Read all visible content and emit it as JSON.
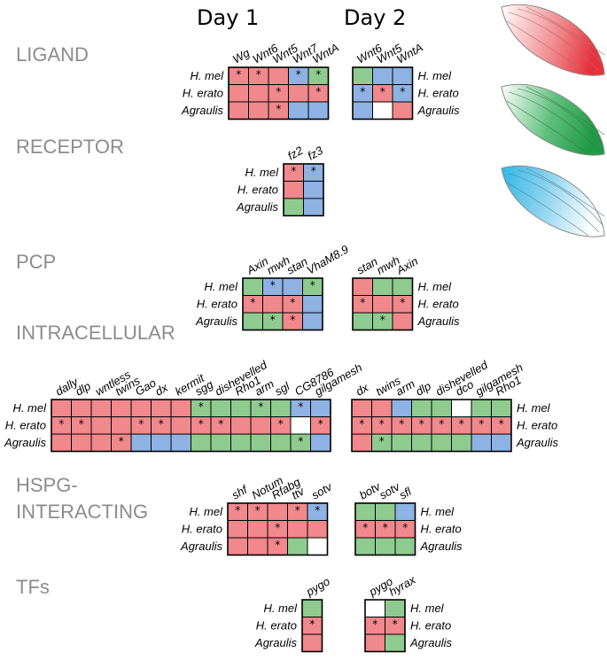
{
  "day_labels": [
    "Day 1",
    "Day 2"
  ],
  "colors": {
    "R": "#f0888c",
    "G": "#8fcb8f",
    "B": "#8eb2e3",
    "W": "#ffffff",
    "accent_red": "#e8303a",
    "accent_green": "#1f9a45",
    "accent_blue": "#2fb6e6"
  },
  "legend_wings": [
    {
      "name": "red-wing",
      "color": "#e8303a"
    },
    {
      "name": "green-wing",
      "color": "#1f9a45"
    },
    {
      "name": "blue-wing",
      "color": "#2fb6e6"
    }
  ],
  "sections": [
    {
      "id": "ligand",
      "title": "LIGAND",
      "day1": {
        "genes": [
          "Wg",
          "Wnt6",
          "Wnt5",
          "Wnt7",
          "WntA"
        ],
        "rows": [
          {
            "species": "H. mel",
            "cells": [
              "R",
              "R",
              "R",
              "B",
              "G"
            ],
            "stars": [
              1,
              1,
              0,
              1,
              1
            ]
          },
          {
            "species": "H. erato",
            "cells": [
              "R",
              "R",
              "R",
              "R",
              "R"
            ],
            "stars": [
              0,
              0,
              1,
              0,
              1
            ]
          },
          {
            "species": "Agraulis",
            "cells": [
              "R",
              "R",
              "R",
              "B",
              "B"
            ],
            "stars": [
              0,
              0,
              1,
              0,
              0
            ]
          }
        ]
      },
      "day2": {
        "genes": [
          "Wnt6",
          "Wnt5",
          "WntA"
        ],
        "rows": [
          {
            "species": "H. mel",
            "cells": [
              "G",
              "B",
              "B"
            ],
            "stars": [
              0,
              0,
              0
            ]
          },
          {
            "species": "H. erato",
            "cells": [
              "B",
              "R",
              "B"
            ],
            "stars": [
              1,
              1,
              1
            ]
          },
          {
            "species": "Agraulis",
            "cells": [
              "B",
              "W",
              "R"
            ],
            "stars": [
              0,
              0,
              0
            ]
          }
        ]
      }
    },
    {
      "id": "receptor",
      "title": "RECEPTOR",
      "day1": {
        "genes": [
          "fz2",
          "fz3"
        ],
        "rows": [
          {
            "species": "H. mel",
            "cells": [
              "R",
              "B"
            ],
            "stars": [
              1,
              1
            ]
          },
          {
            "species": "H. erato",
            "cells": [
              "R",
              "B"
            ],
            "stars": [
              0,
              0
            ]
          },
          {
            "species": "Agraulis",
            "cells": [
              "G",
              "B"
            ],
            "stars": [
              0,
              0
            ]
          }
        ]
      }
    },
    {
      "id": "pcp",
      "title": "PCP",
      "day1": {
        "genes": [
          "Axin",
          "mwh",
          "stan",
          "VhaM8.9"
        ],
        "rows": [
          {
            "species": "H. mel",
            "cells": [
              "G",
              "B",
              "B",
              "G"
            ],
            "stars": [
              0,
              1,
              0,
              1
            ]
          },
          {
            "species": "H. erato",
            "cells": [
              "R",
              "R",
              "R",
              "B"
            ],
            "stars": [
              1,
              0,
              1,
              0
            ]
          },
          {
            "species": "Agraulis",
            "cells": [
              "G",
              "G",
              "R",
              "B"
            ],
            "stars": [
              0,
              1,
              1,
              0
            ]
          }
        ]
      },
      "day2": {
        "genes": [
          "stan",
          "mwh",
          "Axin"
        ],
        "rows": [
          {
            "species": "H. mel",
            "cells": [
              "R",
              "G",
              "G"
            ],
            "stars": [
              0,
              0,
              0
            ]
          },
          {
            "species": "H. erato",
            "cells": [
              "R",
              "R",
              "R"
            ],
            "stars": [
              1,
              0,
              1
            ]
          },
          {
            "species": "Agraulis",
            "cells": [
              "G",
              "G",
              "R"
            ],
            "stars": [
              0,
              1,
              0
            ]
          }
        ]
      }
    },
    {
      "id": "intracellular",
      "title": "INTRACELLULAR",
      "day1": {
        "genes": [
          "dally",
          "dlp",
          "wntless",
          "twins",
          "Gao",
          "dx",
          "kermit",
          "sgg",
          "dishevelled",
          "Rho1",
          "arm",
          "sgl",
          "CG8786",
          "gilgamesh"
        ],
        "rows": [
          {
            "species": "H. mel",
            "cells": [
              "R",
              "R",
              "R",
              "R",
              "R",
              "R",
              "R",
              "G",
              "G",
              "G",
              "G",
              "G",
              "B",
              "B"
            ],
            "stars": [
              0,
              0,
              0,
              0,
              0,
              0,
              0,
              1,
              0,
              0,
              1,
              0,
              1,
              0
            ]
          },
          {
            "species": "H. erato",
            "cells": [
              "R",
              "R",
              "R",
              "R",
              "R",
              "R",
              "R",
              "R",
              "R",
              "R",
              "R",
              "R",
              "W",
              "R"
            ],
            "stars": [
              1,
              1,
              0,
              0,
              1,
              1,
              0,
              1,
              1,
              0,
              0,
              1,
              0,
              1
            ]
          },
          {
            "species": "Agraulis",
            "cells": [
              "R",
              "R",
              "R",
              "R",
              "B",
              "B",
              "B",
              "G",
              "G",
              "G",
              "G",
              "G",
              "G",
              "B"
            ],
            "stars": [
              0,
              0,
              0,
              1,
              0,
              0,
              0,
              0,
              0,
              0,
              0,
              0,
              1,
              0
            ]
          }
        ]
      },
      "day2": {
        "genes": [
          "dx",
          "twins",
          "arm",
          "dlp",
          "dishevelled",
          "dco",
          "gilgamesh",
          "Rho1"
        ],
        "rows": [
          {
            "species": "H. mel",
            "cells": [
              "R",
              "R",
              "B",
              "G",
              "G",
              "W",
              "G",
              "G"
            ],
            "stars": [
              0,
              0,
              0,
              0,
              0,
              0,
              0,
              0
            ]
          },
          {
            "species": "H. erato",
            "cells": [
              "R",
              "R",
              "R",
              "R",
              "R",
              "R",
              "R",
              "R"
            ],
            "stars": [
              1,
              1,
              1,
              1,
              1,
              1,
              1,
              1
            ]
          },
          {
            "species": "Agraulis",
            "cells": [
              "R",
              "G",
              "G",
              "G",
              "G",
              "G",
              "B",
              "B"
            ],
            "stars": [
              0,
              1,
              0,
              0,
              0,
              0,
              0,
              0
            ]
          }
        ]
      }
    },
    {
      "id": "hspg",
      "title": "HSPG-",
      "title_line2": "INTERACTING",
      "day1": {
        "genes": [
          "shf",
          "Notum",
          "Rfabg",
          "ttv",
          "sotv"
        ],
        "rows": [
          {
            "species": "H. mel",
            "cells": [
              "R",
              "R",
              "R",
              "R",
              "B"
            ],
            "stars": [
              1,
              1,
              0,
              1,
              1
            ]
          },
          {
            "species": "H. erato",
            "cells": [
              "R",
              "R",
              "R",
              "R",
              "R"
            ],
            "stars": [
              0,
              0,
              1,
              0,
              0
            ]
          },
          {
            "species": "Agraulis",
            "cells": [
              "R",
              "R",
              "R",
              "G",
              "W"
            ],
            "stars": [
              0,
              0,
              1,
              0,
              0
            ]
          }
        ]
      },
      "day2": {
        "genes": [
          "botv",
          "sotv",
          "sfl"
        ],
        "rows": [
          {
            "species": "H. mel",
            "cells": [
              "G",
              "G",
              "B"
            ],
            "stars": [
              0,
              0,
              0
            ]
          },
          {
            "species": "H. erato",
            "cells": [
              "R",
              "R",
              "R"
            ],
            "stars": [
              1,
              1,
              1
            ]
          },
          {
            "species": "Agraulis",
            "cells": [
              "G",
              "G",
              "G"
            ],
            "stars": [
              0,
              0,
              0
            ]
          }
        ]
      }
    },
    {
      "id": "tfs",
      "title": "TFs",
      "day1": {
        "genes": [
          "pygo"
        ],
        "rows": [
          {
            "species": "H. mel",
            "cells": [
              "G"
            ],
            "stars": [
              0
            ]
          },
          {
            "species": "H. erato",
            "cells": [
              "R"
            ],
            "stars": [
              1
            ]
          },
          {
            "species": "Agraulis",
            "cells": [
              "R"
            ],
            "stars": [
              0
            ]
          }
        ]
      },
      "day2": {
        "genes": [
          "pygo",
          "hyrax"
        ],
        "rows": [
          {
            "species": "H. mel",
            "cells": [
              "W",
              "G"
            ],
            "stars": [
              0,
              0
            ]
          },
          {
            "species": "H. erato",
            "cells": [
              "R",
              "R"
            ],
            "stars": [
              1,
              1
            ]
          },
          {
            "species": "Agraulis",
            "cells": [
              "R",
              "G"
            ],
            "stars": [
              0,
              0
            ]
          }
        ]
      }
    }
  ]
}
